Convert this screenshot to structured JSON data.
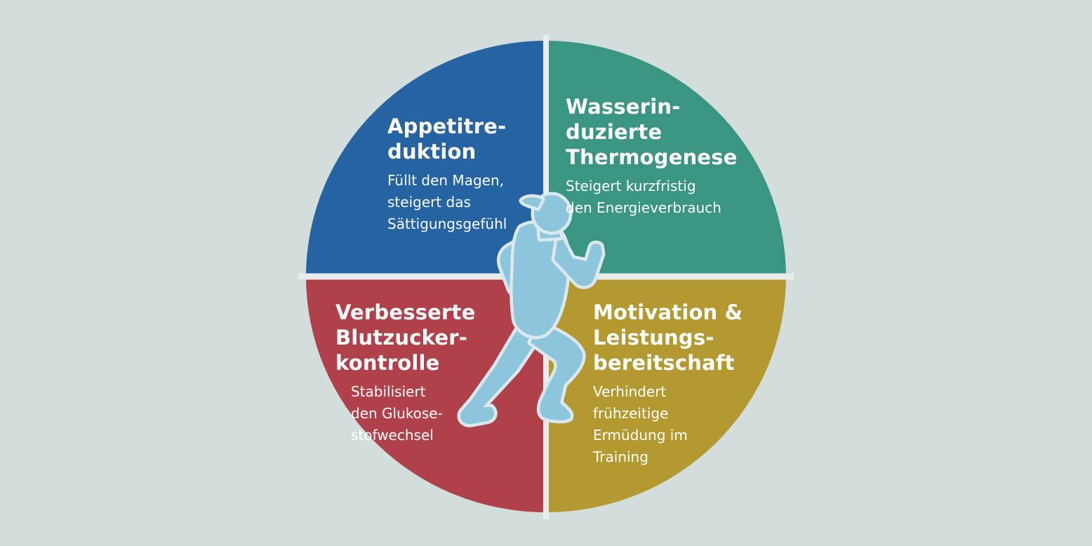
{
  "colors": {
    "background": "#d3dedc",
    "divider": "#e9ecea",
    "runner": "#8cc5dc",
    "runner_outline": "#dbe9ee",
    "text": "#ffffff"
  },
  "quadrants": [
    {
      "id": "top-left",
      "title": "Appetitre-\nduktion",
      "description": "Füllt den Magen,\nsteigert das\nSättigungsgefühl",
      "color": "#2563a3"
    },
    {
      "id": "top-right",
      "title": "Wasserin-\nduzierte\nThermogenese",
      "description": "Steigert kurzfristig\n den Energieverbrauch",
      "color": "#3a9583"
    },
    {
      "id": "bottom-left",
      "title": "Verbesserte\nBlutzucker-\nkontrolle",
      "description": "Stabilisiert\n den Glukose-\n  stofwechsel",
      "color": "#b0404a"
    },
    {
      "id": "bottom-right",
      "title": "Motivation &\nLeistungs-\nbereitschaft",
      "description": "Verhindert\nfrühzeitige\nErmüdung im\nTraining",
      "color": "#b3992f"
    }
  ],
  "center_icon": "running-person-icon"
}
